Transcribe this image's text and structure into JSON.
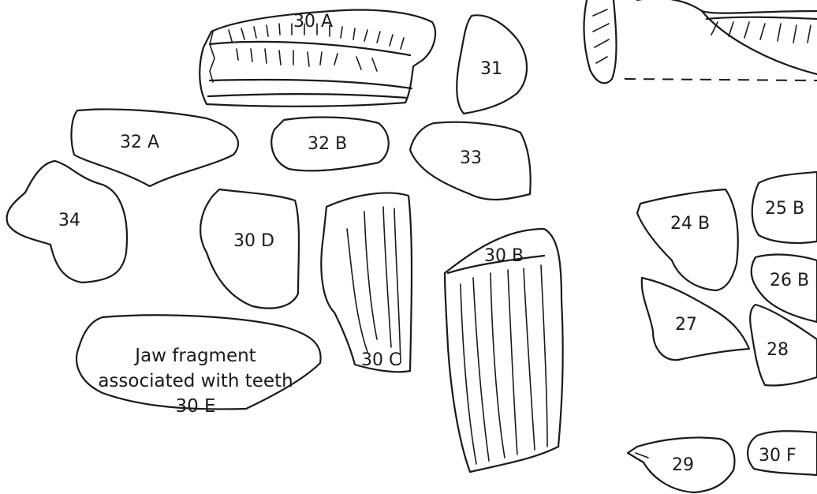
{
  "labels": {
    "f30a": "30 A",
    "f31": "31",
    "f32a": "32 A",
    "f32b": "32 B",
    "f33": "33",
    "f34": "34",
    "f30d": "30 D",
    "f30c": "30 C",
    "f30b": "30 B",
    "f24b": "24 B",
    "f25b": "25 B",
    "f26b": "26 B",
    "f27": "27",
    "f28": "28",
    "f29": "29",
    "f30f": "30 F"
  },
  "note": {
    "line1": "Jaw fragment",
    "line2": "associated with teeth",
    "line3": "30 E"
  },
  "colors": {
    "stroke": "#1a1a1a",
    "background": "#ffffff"
  }
}
